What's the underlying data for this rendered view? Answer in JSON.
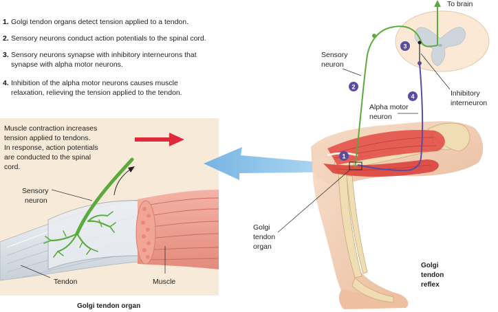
{
  "steps": [
    {
      "num": "1.",
      "lines": [
        "Golgi tendon organs detect tension applied to a tendon."
      ]
    },
    {
      "num": "2.",
      "lines": [
        "Sensory neurons conduct action potentials to the spinal cord."
      ]
    },
    {
      "num": "3.",
      "lines": [
        "Sensory neurons synapse with inhibitory interneurons that",
        "synapse with alpha motor neurons."
      ]
    },
    {
      "num": "4.",
      "lines": [
        "Inhibition of the alpha motor neurons causes muscle",
        "relaxation, relieving the tension applied to the tendon."
      ]
    }
  ],
  "inset": {
    "caption_lines": [
      "Muscle contraction increases",
      "tension applied to tendons.",
      "In response, action potentials",
      "are conducted to the spinal",
      "cord."
    ],
    "sensory_neuron": [
      "Sensory",
      "neuron"
    ],
    "tendon": "Tendon",
    "muscle": "Muscle",
    "title": "Golgi tendon organ"
  },
  "right": {
    "to_brain": "To brain",
    "sensory_neuron": [
      "Sensory",
      "neuron"
    ],
    "inhibitory_interneuron": [
      "Inhibitory",
      "interneuron"
    ],
    "alpha_motor_neuron": [
      "Alpha motor",
      "neuron"
    ],
    "golgi_tendon_organ": [
      "Golgi",
      "tendon",
      "organ"
    ],
    "reflex_title": [
      "Golgi",
      "tendon",
      "reflex"
    ]
  },
  "badges": [
    "1",
    "2",
    "3",
    "4"
  ],
  "colors": {
    "inset_bg": "#f7ead9",
    "sensory_green": "#5aab3c",
    "motor_purple": "#5a4aa0",
    "badge_purple": "#5b4d9e",
    "red_arrow": "#e0283c",
    "blue_arrow": "#8ec4ea",
    "spinal_cord": "#fbe9d5",
    "gray_matter": "#cfd5dc"
  }
}
